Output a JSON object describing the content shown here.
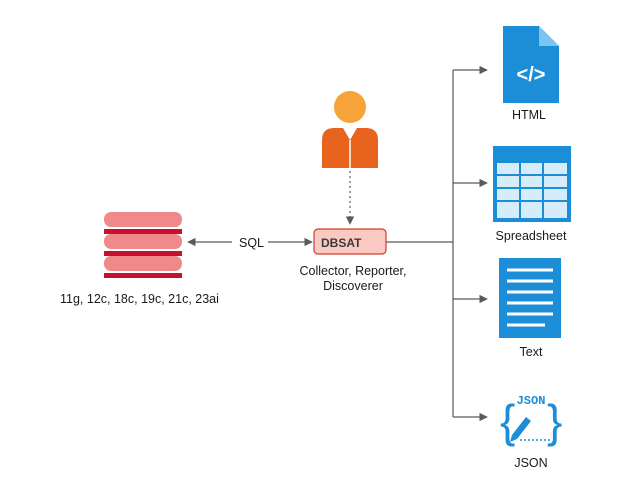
{
  "database": {
    "versions": "11g, 12c, 18c, 19c, 21c, 23ai"
  },
  "connector": {
    "label": "SQL"
  },
  "tool": {
    "name": "DBSAT",
    "roles_line1": "Collector, Reporter,",
    "roles_line2": "Discoverer"
  },
  "outputs": {
    "html": {
      "label": "HTML",
      "icon_text": "</>"
    },
    "spreadsheet": {
      "label": "Spreadsheet"
    },
    "text": {
      "label": "Text"
    },
    "json": {
      "label": "JSON",
      "icon_text": "JSON"
    }
  },
  "colors": {
    "db_red": "#c8102e",
    "db_pink": "#f08a8a",
    "user_orange": "#e8641e",
    "user_head": "#f6a33a",
    "dbsat_fill": "#f9c9c2",
    "dbsat_border": "#d23c2c",
    "file_blue": "#1c8ed8",
    "line_gray": "#5a5a5a"
  }
}
